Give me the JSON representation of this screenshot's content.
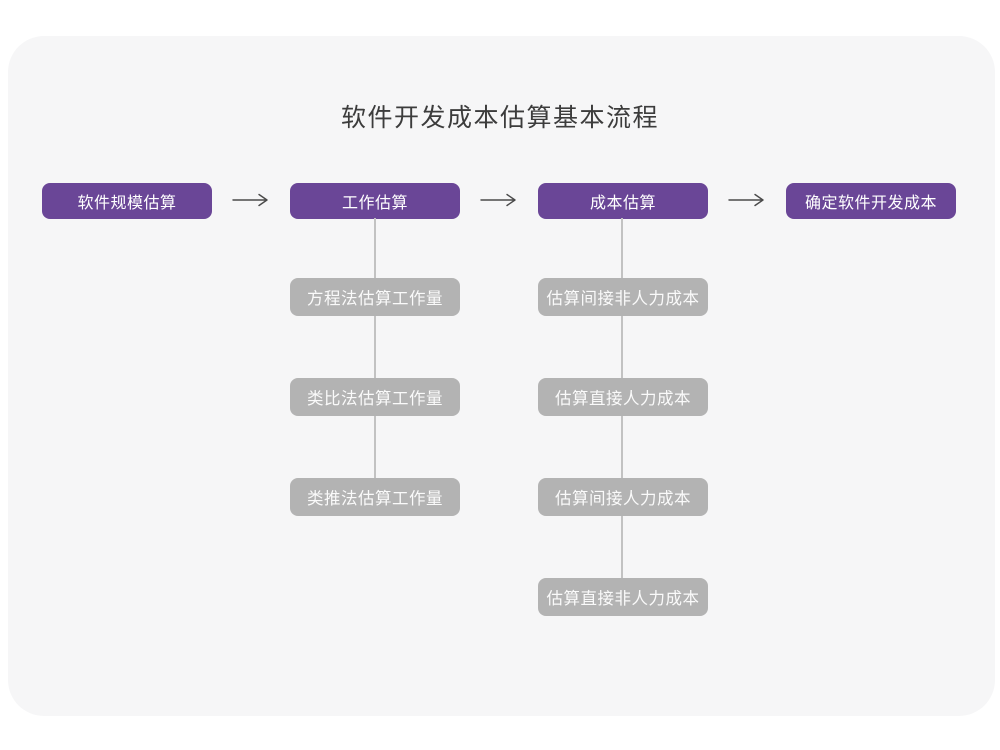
{
  "title": "软件开发成本估算基本流程",
  "colors": {
    "page_background": "#ffffff",
    "card_background": "#f6f6f7",
    "primary_node": "#6a4697",
    "sub_node": "#b3b3b3",
    "connector_line": "#c2c2c2",
    "arrow": "#4a4a4a",
    "title_text": "#3c3c3c",
    "node_text": "#ffffff"
  },
  "icons": {
    "arrow_right": "long right arrow connecting main steps"
  },
  "flow": {
    "steps": [
      {
        "label": "软件规模估算",
        "substeps": []
      },
      {
        "label": "工作估算",
        "substeps": [
          "方程法估算工作量",
          "类比法估算工作量",
          "类推法估算工作量"
        ]
      },
      {
        "label": "成本估算",
        "substeps": [
          "估算间接非人力成本",
          "估算直接人力成本",
          "估算间接人力成本",
          "估算直接非人力成本"
        ]
      },
      {
        "label": "确定软件开发成本",
        "substeps": []
      }
    ]
  }
}
